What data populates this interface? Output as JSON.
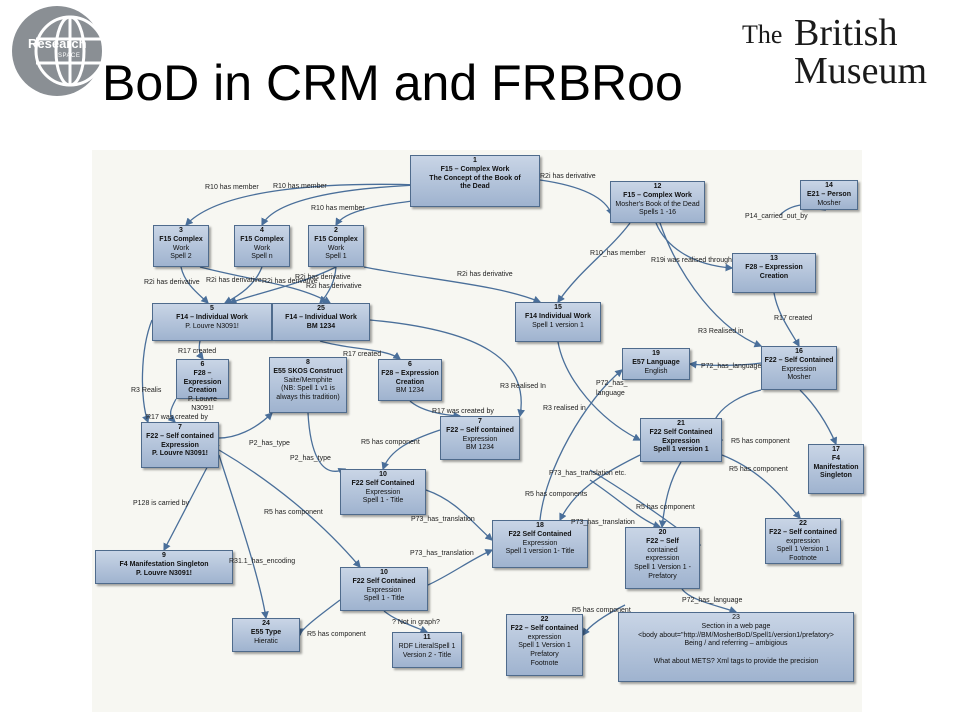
{
  "title": "BoD in CRM and FRBRoo",
  "logos": {
    "research_space": {
      "line1": "Research",
      "line2": "SPACE"
    },
    "british_museum": {
      "the": "The",
      "british": "British",
      "museum": "Museum"
    }
  },
  "colors": {
    "node_fill_top": "#c9d5e6",
    "node_fill_bottom": "#9fb3cf",
    "node_border": "#4f6b8c",
    "edge": "#4a6f9a",
    "background": "#f7f7f2"
  },
  "diagram": {
    "nodes": [
      {
        "id": "n1",
        "lines": [
          "1",
          "F15 – Complex Work",
          "The Concept of the Book of",
          "the Dead"
        ],
        "bold_all": true
      },
      {
        "id": "n12",
        "lines": [
          "12",
          "F15 – Complex Work",
          "Mosher's Book of the Dead",
          "Spells 1 -16"
        ]
      },
      {
        "id": "n14",
        "lines": [
          "14",
          "E21 – Person",
          "Mosher"
        ]
      },
      {
        "id": "n3",
        "lines": [
          "3",
          "F15 Complex",
          "Work",
          "Spell 2"
        ]
      },
      {
        "id": "n4",
        "lines": [
          "4",
          "F15 Complex",
          "Work",
          "Spell n"
        ]
      },
      {
        "id": "n2",
        "lines": [
          "2",
          "F15 Complex",
          "Work",
          "Spell 1"
        ]
      },
      {
        "id": "n13",
        "lines": [
          "13",
          "F28 – Expression",
          "Creation"
        ],
        "bold_all": true
      },
      {
        "id": "n5",
        "lines": [
          "5",
          "F14 – Individual Work",
          "P. Louvre N3091!"
        ]
      },
      {
        "id": "n25",
        "lines": [
          "25",
          "F14 – Individual Work",
          "BM  1234"
        ],
        "bold_all": true
      },
      {
        "id": "n15",
        "lines": [
          "15",
          "F14 Individual Work",
          "Spell 1 version 1"
        ]
      },
      {
        "id": "n16",
        "lines": [
          "16",
          "F22 – Self Contained",
          "Expression",
          "Mosher"
        ]
      },
      {
        "id": "n6a",
        "lines": [
          "6",
          "F28 – Expression",
          "Creation",
          "P. Louvre N3091!"
        ],
        "bold_n": 3
      },
      {
        "id": "n8",
        "lines": [
          "8",
          "E55 SKOS Construct",
          "Saite/Memphite",
          "(NB: Spell 1 v1 is",
          "always this tradition)"
        ]
      },
      {
        "id": "n6b",
        "lines": [
          "6",
          "F28 – Expression",
          "Creation",
          "BM 1234"
        ],
        "bold_n": 3
      },
      {
        "id": "n19",
        "lines": [
          "19",
          "E57 Language",
          "English"
        ]
      },
      {
        "id": "n7a",
        "lines": [
          "7",
          "F22 – Self contained",
          "Expression",
          "P. Louvre N3091!"
        ],
        "bold_all": true
      },
      {
        "id": "n7b",
        "lines": [
          "7",
          "F22 – Self contained",
          "Expression",
          "BM 1234"
        ]
      },
      {
        "id": "n21",
        "lines": [
          "21",
          "F22 Self Contained",
          "Expression",
          "Spell  1 version 1"
        ],
        "bold_all": true
      },
      {
        "id": "n17",
        "lines": [
          "17",
          "F4",
          "Manifestation",
          "Singleton"
        ],
        "bold_all": true
      },
      {
        "id": "n10a",
        "lines": [
          "10",
          "F22 Self Contained",
          "Expression",
          "Spell 1 - Title"
        ]
      },
      {
        "id": "n18",
        "lines": [
          "18",
          "F22 Self Contained",
          "Expression",
          "Spell 1 version 1- Title"
        ]
      },
      {
        "id": "n20",
        "lines": [
          "20",
          "F22 – Self",
          "contained",
          "expression",
          "Spell 1 Version 1 -",
          "Prefatory"
        ]
      },
      {
        "id": "n22a",
        "lines": [
          "22",
          "F22 – Self contained",
          "expression",
          "Spell 1 Version  1",
          "Footnote"
        ]
      },
      {
        "id": "n9",
        "lines": [
          "9",
          "F4 Manifestation Singleton",
          "P. Louvre N3091!"
        ],
        "bold_all": true
      },
      {
        "id": "n10b",
        "lines": [
          "10",
          "F22 Self Contained",
          "Expression",
          "Spell 1 - Title"
        ]
      },
      {
        "id": "n24",
        "lines": [
          "24",
          "E55 Type",
          "Hieratic"
        ]
      },
      {
        "id": "n11",
        "lines": [
          "11",
          "RDF LiteralSpell 1",
          "Version 2 - Title"
        ],
        "bold_n": 1
      },
      {
        "id": "n22b",
        "lines": [
          "22",
          "F22 – Self contained",
          "expression",
          "Spell 1 Version  1",
          "Prefatory",
          "Footnote"
        ]
      },
      {
        "id": "n23",
        "lines": [
          "23",
          "Section in a web page",
          "<body about=\"http://BM/MosherBoD/Spell1/version1/prefatory>",
          "Being / and referring – ambigious",
          "",
          "What about METS? Xml tags to provide the precision"
        ],
        "bold_n": 0
      }
    ],
    "edge_labels": [
      "R2i has derivative",
      "R10 has member",
      "R10 has member",
      "R10 has member",
      "P14_carried_out_by",
      "R10_has member",
      "R19i was realised  through",
      "R2i has derivative",
      "R2i has derivative",
      "R2i has derivative",
      "R2i has derivative",
      "R2i has derivative",
      "R2i has derivative",
      "R17 created",
      "R3 Realised in",
      "R17 created",
      "R17 created",
      "R3 Realis",
      "P72_has_language",
      "P72_has_",
      "language",
      "R3 Realised In",
      "R3 realised in",
      "R17 was created by",
      "R17 was created by",
      "P2_has_type",
      "P2_has_type",
      "R5 has component",
      "R5 has component",
      "R5 has component",
      "P73_has_translation etc.",
      "R5 has components",
      "P73_has_translation",
      "P73_has_translation",
      "R5 has component",
      "P128 is carried by",
      "R5 has component",
      "P73_has_translation",
      "R31.1_has_encoding",
      "R5 has component",
      "? Not in graph?",
      "P72_has_language",
      "R5 has component"
    ]
  }
}
